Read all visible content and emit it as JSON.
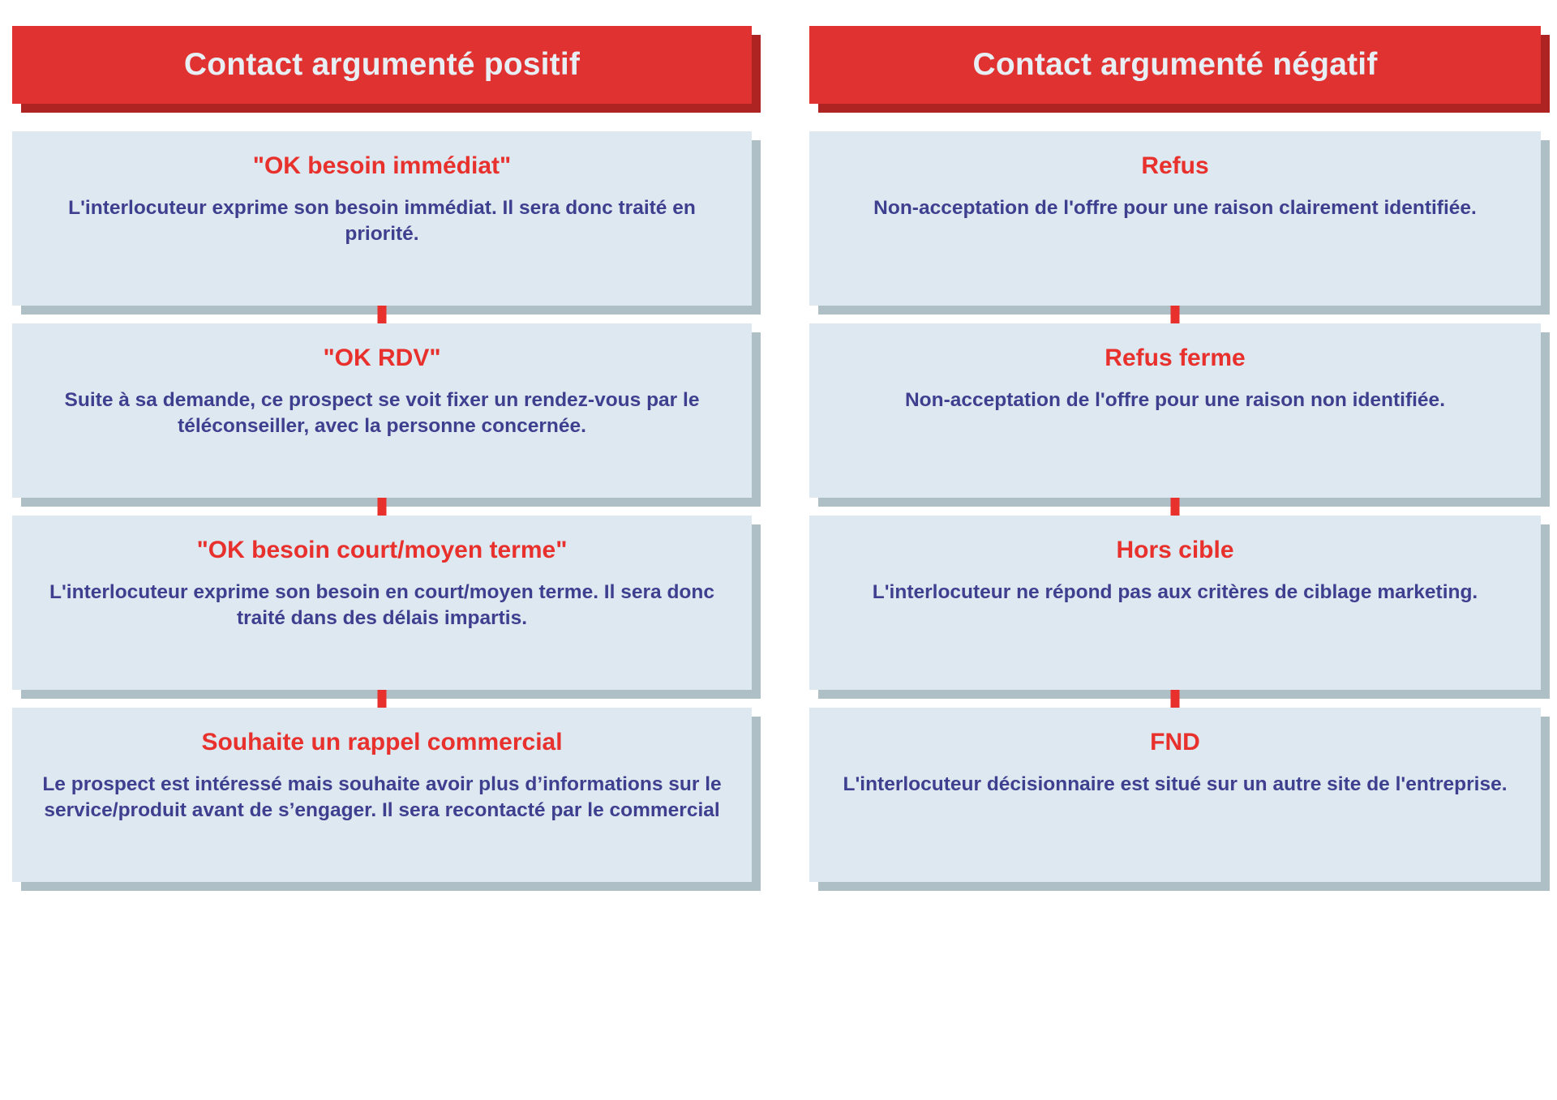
{
  "colors": {
    "header_red": "#e03331",
    "header_shadow_red": "#ad2423",
    "card_bg": "#dde8f0",
    "card_shadow": "#aebfc6",
    "title_red": "#e8302c",
    "body_purple": "#3f3f8f",
    "header_text": "#e7eef4",
    "connector_red": "#e8302c",
    "page_bg": "#ffffff"
  },
  "columns": [
    {
      "id": "positive",
      "header": "Contact argumenté positif",
      "cards": [
        {
          "title": "\"OK besoin immédiat\"",
          "body": "L'interlocuteur exprime son besoin immédiat. Il sera donc traité en priorité."
        },
        {
          "title": "\"OK RDV\"",
          "body": "Suite à sa demande, ce prospect se voit fixer un rendez-vous par le téléconseiller, avec la personne concernée."
        },
        {
          "title": "\"OK besoin court/moyen terme\"",
          "body": "L'interlocuteur exprime son besoin en court/moyen terme. Il sera donc traité dans des délais impartis."
        },
        {
          "title": "Souhaite un rappel commercial",
          "body": "Le prospect est intéressé mais souhaite avoir plus d’informations sur le service/produit avant de s’engager. Il sera recontacté par le commercial"
        }
      ]
    },
    {
      "id": "negative",
      "header": "Contact argumenté négatif",
      "cards": [
        {
          "title": "Refus",
          "body": "Non-acceptation de l'offre pour une raison clairement identifiée."
        },
        {
          "title": "Refus ferme",
          "body": "Non-acceptation de l'offre pour une raison non identifiée."
        },
        {
          "title": "Hors cible",
          "body": "L'interlocuteur ne répond pas aux critères de ciblage marketing."
        },
        {
          "title": "FND",
          "body": "L'interlocuteur décisionnaire est situé sur un autre site de l'entreprise."
        }
      ]
    }
  ]
}
